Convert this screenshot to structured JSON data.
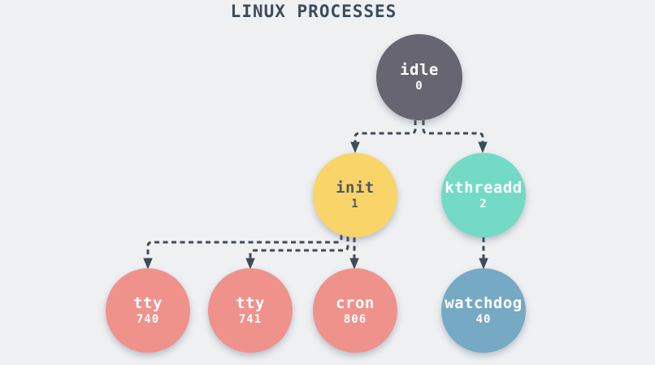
{
  "title": "LINUX PROCESSES",
  "colors": {
    "background": "#eef0f2",
    "connector": "#3e4c59",
    "title_text": "#3e4c59"
  },
  "nodes": [
    {
      "id": "idle",
      "label": "idle",
      "pid": "0",
      "color": "#676572",
      "text_color": "#ffffff"
    },
    {
      "id": "init",
      "label": "init",
      "pid": "1",
      "color": "#f9d468",
      "text_color": "#4e5864"
    },
    {
      "id": "kthreadd",
      "label": "kthreadd",
      "pid": "2",
      "color": "#73dac6",
      "text_color": "#ffffff"
    },
    {
      "id": "tty-740",
      "label": "tty",
      "pid": "740",
      "color": "#f0928c",
      "text_color": "#ffffff"
    },
    {
      "id": "tty-741",
      "label": "tty",
      "pid": "741",
      "color": "#f0928c",
      "text_color": "#ffffff"
    },
    {
      "id": "cron",
      "label": "cron",
      "pid": "806",
      "color": "#f0928c",
      "text_color": "#ffffff"
    },
    {
      "id": "watchdog",
      "label": "watchdog",
      "pid": "40",
      "color": "#76a9c4",
      "text_color": "#ffffff"
    }
  ],
  "edges": [
    {
      "from": "idle",
      "to": "init"
    },
    {
      "from": "idle",
      "to": "kthreadd"
    },
    {
      "from": "init",
      "to": "tty-740"
    },
    {
      "from": "init",
      "to": "tty-741"
    },
    {
      "from": "init",
      "to": "cron"
    },
    {
      "from": "kthreadd",
      "to": "watchdog"
    }
  ]
}
